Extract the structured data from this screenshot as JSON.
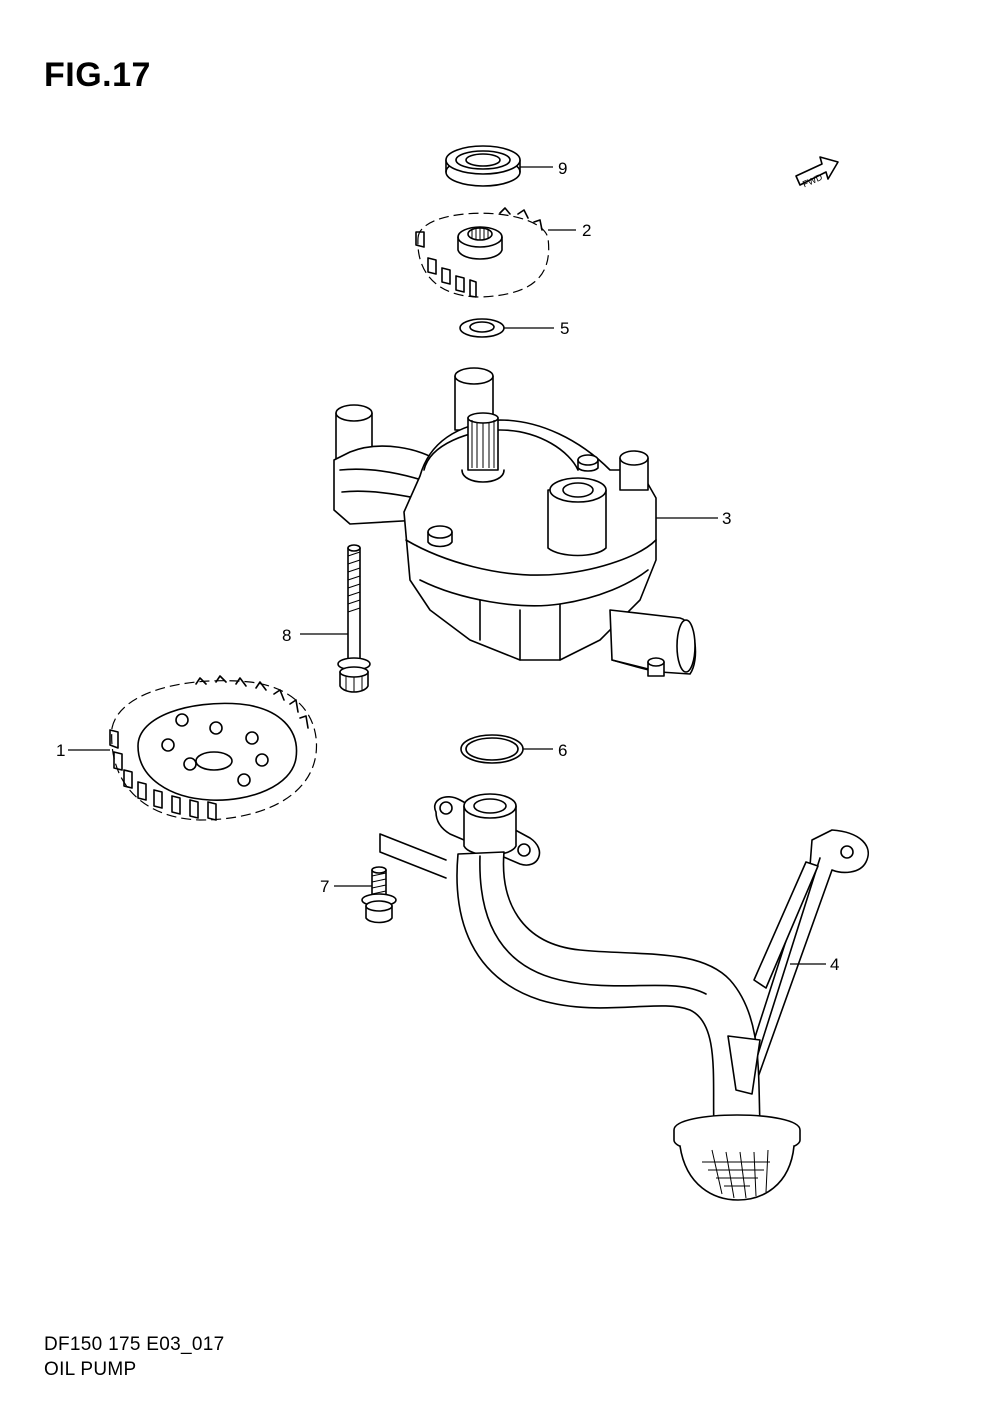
{
  "figure": {
    "title": "FIG.17",
    "code": "DF150 175 E03_017",
    "name": "OIL PUMP"
  },
  "fwd_label": "FWD",
  "callouts": {
    "p1": "1",
    "p2": "2",
    "p3": "3",
    "p4": "4",
    "p5": "5",
    "p6": "6",
    "p7": "7",
    "p8": "8",
    "p9": "9"
  }
}
